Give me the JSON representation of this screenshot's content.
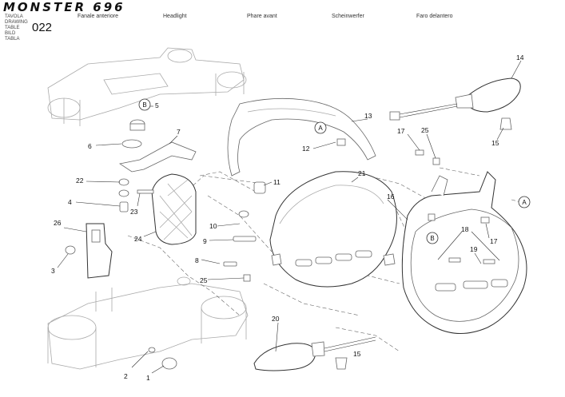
{
  "header": {
    "brand": "MONSTER 696",
    "table_labels": [
      "TAVOLA",
      "DRAWING",
      "TABLE",
      "BILD",
      "TABLA"
    ],
    "table_number": "022",
    "titles": [
      "Fanale anteriore",
      "Headlight",
      "Phare avant",
      "Scheinwerfer",
      "Faro delantero"
    ]
  },
  "reference_marks": {
    "a": "A",
    "b": "B"
  },
  "callouts": [
    "1",
    "2",
    "3",
    "4",
    "5",
    "6",
    "7",
    "8",
    "9",
    "10",
    "11",
    "12",
    "13",
    "14",
    "15",
    "15",
    "16",
    "17",
    "17",
    "18",
    "19",
    "20",
    "21",
    "22",
    "23",
    "24",
    "25",
    "25",
    "26"
  ]
}
